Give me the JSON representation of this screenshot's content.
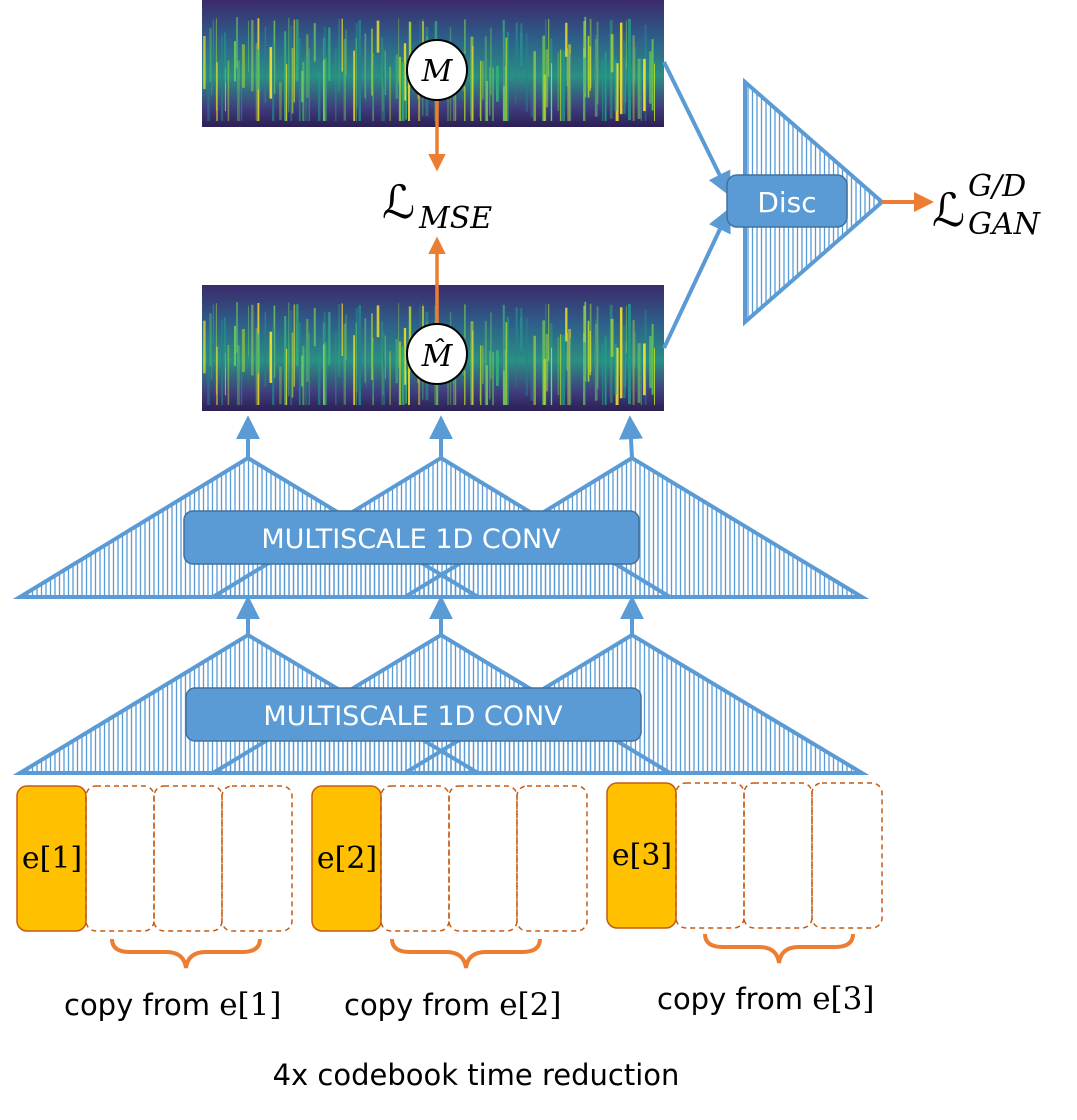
{
  "spectrogram_top": {
    "symbol": "M"
  },
  "spectrogram_bottom": {
    "symbol": "M̂"
  },
  "loss_mse": {
    "script": "ℒ",
    "subscript": "MSE"
  },
  "loss_gan": {
    "script": "ℒ",
    "subscript": "GAN",
    "superscript": "G/D"
  },
  "discriminator": {
    "label": "Disc"
  },
  "conv_blocks": [
    {
      "label": "MULTISCALE 1D CONV"
    },
    {
      "label": "MULTISCALE 1D CONV"
    }
  ],
  "codebook_groups": [
    {
      "embedding": "e[1]",
      "copy_label": "copy from e[1]",
      "copy_text": "copy from ",
      "copy_math": "e[1]"
    },
    {
      "embedding": "e[2]",
      "copy_label": "copy from e[2]",
      "copy_text": "copy from ",
      "copy_math": "e[2]"
    },
    {
      "embedding": "e[3]",
      "copy_label": "copy from e[3]",
      "copy_text": "copy from ",
      "copy_math": "e[3]"
    }
  ],
  "caption": "4x codebook time reduction",
  "colors": {
    "blue_line": "#5b9bd5",
    "blue_box": "#5b9bd5",
    "orange": "#ed7d31",
    "gold": "#ffc000",
    "dashed_border": "#c55a11"
  }
}
